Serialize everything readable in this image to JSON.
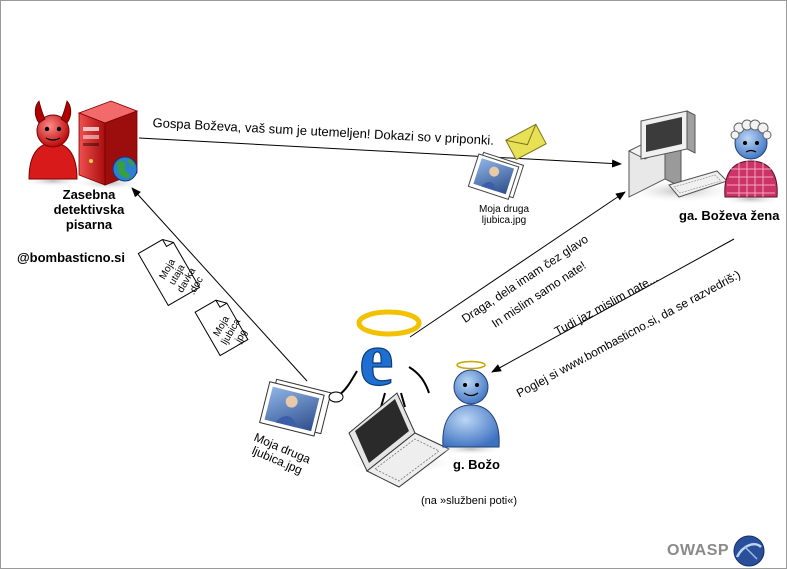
{
  "detective": {
    "name_line1": "Zasebna",
    "name_line2": "detektivska",
    "name_line3": "pisarna",
    "email": "@bombasticno.si"
  },
  "wife": {
    "label": "ga. Boževa žena"
  },
  "husband": {
    "label": "g. Božo",
    "note": "(na »službeni poti«)"
  },
  "messages": {
    "detective_to_wife": "Gospa Boževa, vaš sum je utemeljen! Dokazi so v priponki.",
    "husband_to_wife_1": "Draga, dela imam čez glavo",
    "husband_to_wife_2": "In mislim samo nate!",
    "wife_to_husband_1": "Tudi jaz mislim nate...",
    "wife_to_husband_2": "Poglej si www.bombasticno.si, da se razvedriš:)"
  },
  "attachments": {
    "forwarded_photo": "Moja druga ljubica.jpg",
    "doc1_line1": "Moja",
    "doc1_line2": "utaja",
    "doc1_line3": "davka",
    "doc1_line4": ".doc",
    "doc2_line1": "Moja",
    "doc2_line2": "ljubica",
    "doc2_line3": ".jpg",
    "laptop_photo_line1": "Moja druga",
    "laptop_photo_line2": "ljubica.jpg"
  },
  "forwarded_photo_line1": "Moja druga",
  "forwarded_photo_line2": "ljubica.jpg",
  "brand": {
    "name": "OWASP"
  },
  "colors": {
    "devil": "#e02020",
    "server": "#d41c1c",
    "wife_face": "#5b8fd6",
    "wife_dress": "#cc3366",
    "husband": "#6e9fd8",
    "ie_blue": "#1f6fd0",
    "halo": "#f2c200",
    "envelope": "#e8e055"
  }
}
